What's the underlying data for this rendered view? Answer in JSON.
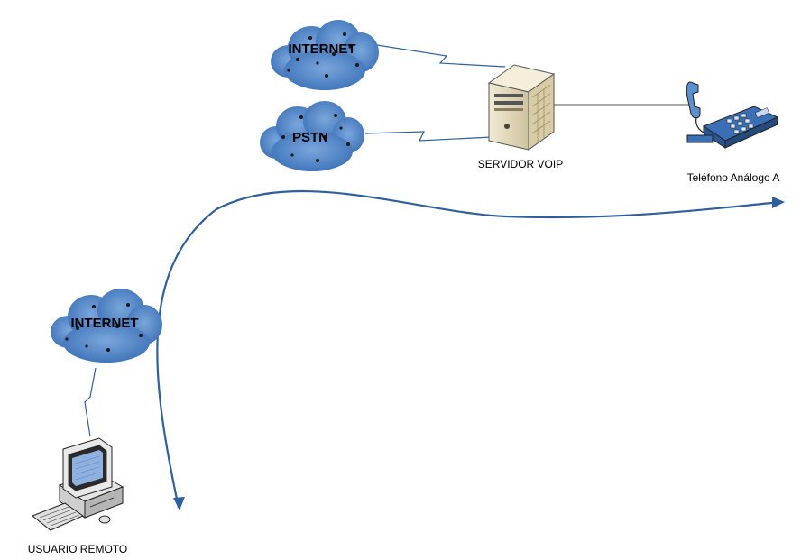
{
  "clouds": {
    "internet_top": "INTERNET",
    "pstn": "PSTN",
    "internet_left": "INTERNET"
  },
  "nodes": {
    "server": "SERVIDOR VOIP",
    "phone": "Teléfono Análogo A",
    "pc": "USUARIO REMOTO"
  },
  "colors": {
    "cloud_fill": "#5b8fcf",
    "cloud_dark": "#2d5e9e",
    "flow_arrow": "#2f5f9e",
    "link_line": "#2f5f9e",
    "server_body": "#e6dcc0"
  },
  "icons": [
    "cloud-icon",
    "server-icon",
    "analog-phone-icon",
    "computer-icon"
  ]
}
